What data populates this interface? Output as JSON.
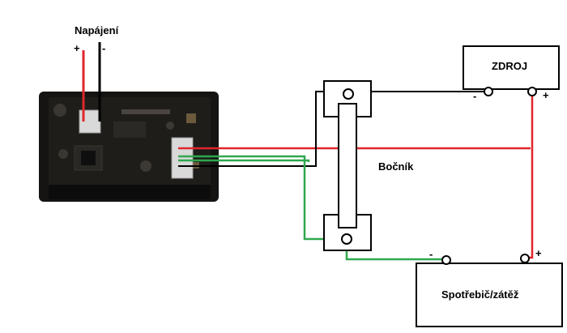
{
  "labels": {
    "power": "Napájení",
    "power_plus": "+",
    "power_minus": "-",
    "source": "ZDROJ",
    "source_minus": "-",
    "source_plus": "+",
    "shunt": "Bočník",
    "load": "Spotřebič/zátěž",
    "load_minus": "-",
    "load_plus": "+"
  },
  "colors": {
    "positive_wire": "#e0262b",
    "negative_wire": "#000000",
    "sense_wire": "#2fa84f",
    "board": "#1e1d1a",
    "frame": "#151412"
  },
  "components": [
    "voltmeter-ammeter-module",
    "shunt",
    "power-source",
    "load"
  ]
}
